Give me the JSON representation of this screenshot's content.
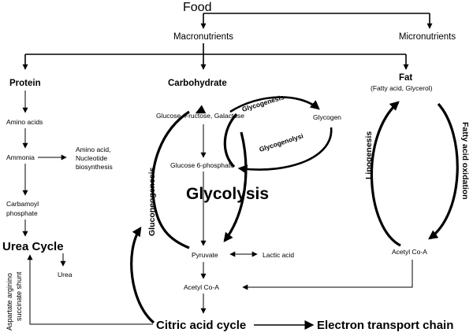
{
  "diagram": {
    "food": "Food",
    "macronutrients": "Macronutrients",
    "micronutrients": "Micronutrients",
    "protein": {
      "title": "Protein",
      "amino_acids": "Amino acids",
      "ammonia": "Ammonia",
      "biosynthesis_line1": "Amino acid,",
      "biosynthesis_line2": "Nucleotide",
      "biosynthesis_line3": "biosynthesis",
      "carbamoyl_line1": "Carbamoyl",
      "carbamoyl_line2": "phosphate",
      "urea_cycle": "Urea Cycle",
      "urea": "Urea",
      "shunt_line1": "Aspartate arginino",
      "shunt_line2": "succinate shunt"
    },
    "carbohydrate": {
      "title": "Carbohydrate",
      "sugars": "Glucose, Fructose, Galactose",
      "glycogenesis": "Glycogenesis",
      "glycogen": "Glycogen",
      "glycogenolysis": "Glycogenolysi",
      "glucose6p": "Glucose 6-phosphate",
      "glycolysis": "Glycolysis",
      "gluconeogenesis": "Gluconeogenesis",
      "pyruvate": "Pyruvate",
      "lactic_acid": "Lactic acid",
      "acetyl_coa": "Acetyl Co-A"
    },
    "fat": {
      "title": "Fat",
      "subtitle": "(Fatty acid, Glycerol)",
      "lipogenesis": "Lipogenesis",
      "fatty_acid_oxidation": "Fatty acid oxidation",
      "acetyl_coa": "Acetyl Co-A"
    },
    "citric_acid_cycle": "Citric acid cycle",
    "electron_transport_chain": "Electron transport chain"
  }
}
